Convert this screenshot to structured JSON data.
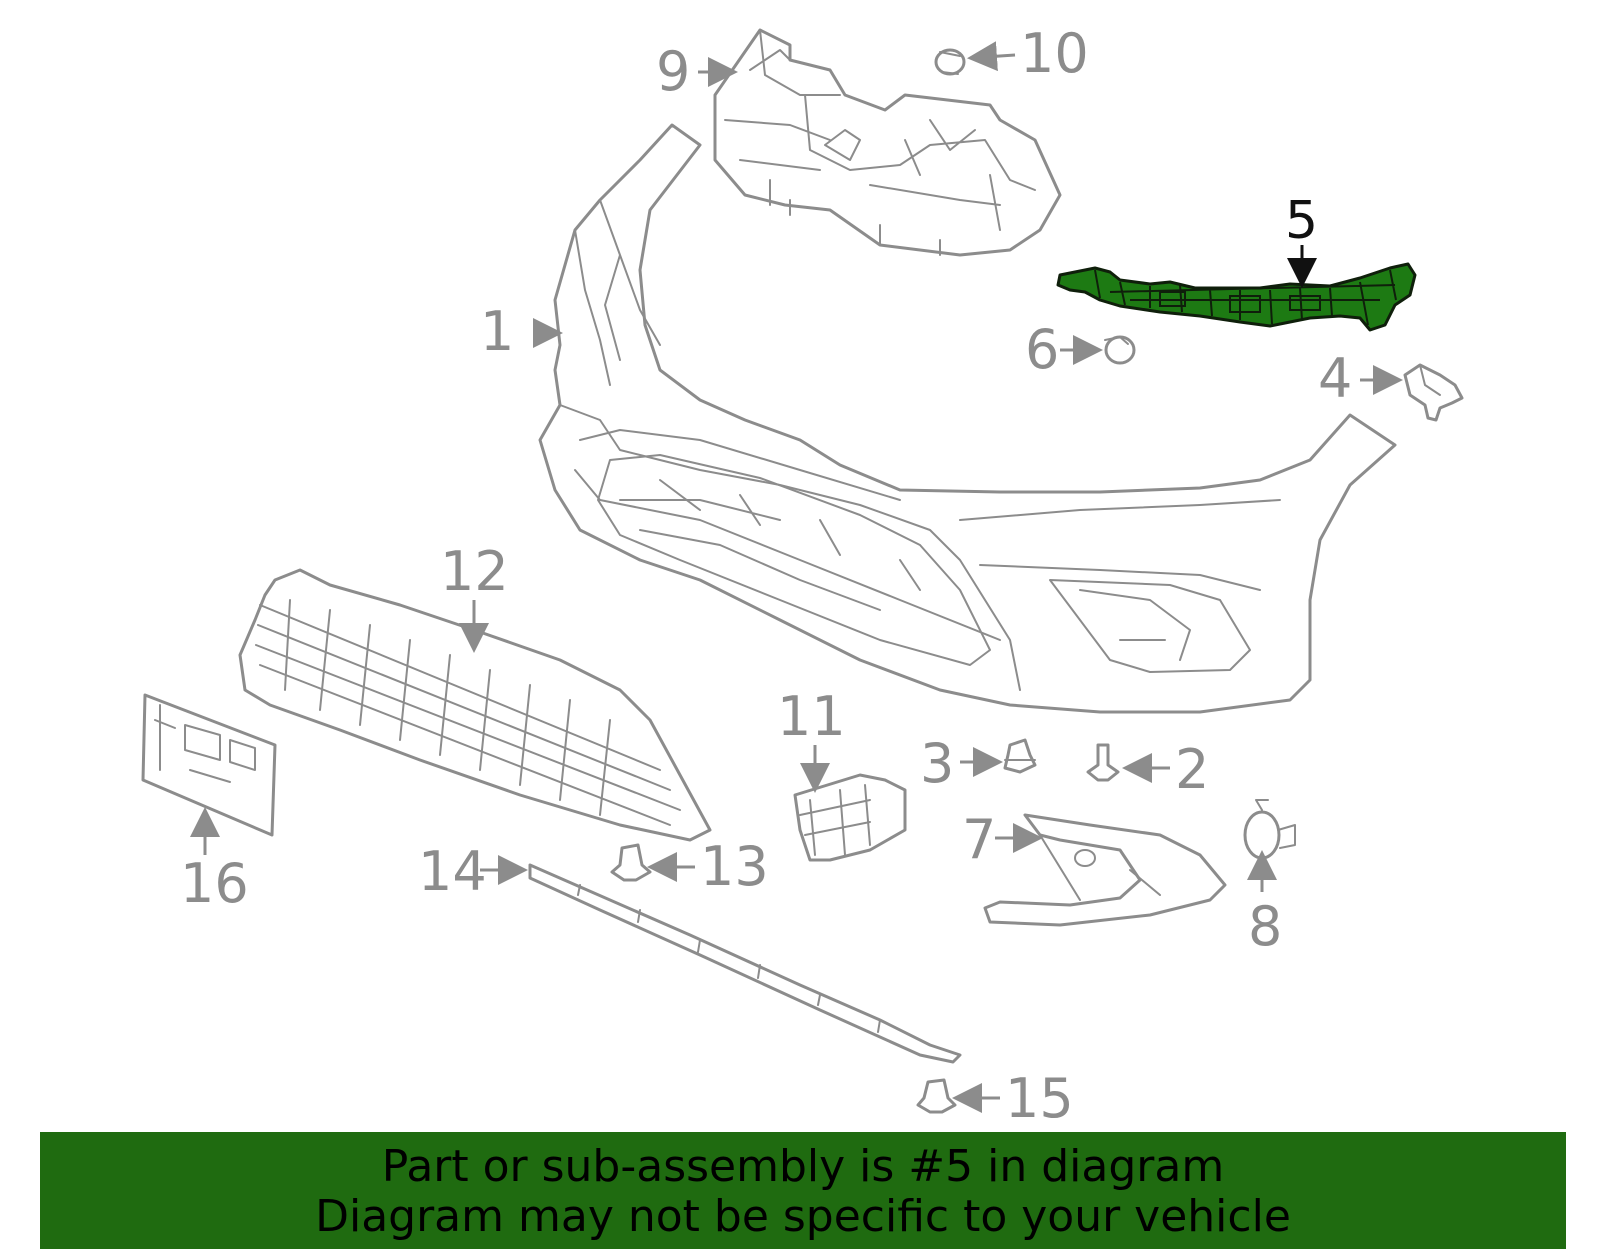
{
  "diagram": {
    "highlighted_part": "5",
    "colors": {
      "highlight": "#1d7a13",
      "parts": "#8c8c8c",
      "banner": "#1f6b10"
    },
    "callouts": {
      "c1": "1",
      "c2": "2",
      "c3": "3",
      "c4": "4",
      "c5": "5",
      "c6": "6",
      "c7": "7",
      "c8": "8",
      "c9": "9",
      "c10": "10",
      "c11": "11",
      "c12": "12",
      "c13": "13",
      "c14": "14",
      "c15": "15",
      "c16": "16"
    }
  },
  "banner": {
    "line1": "Part or sub-assembly is #5 in diagram",
    "line2": "Diagram may not be specific to your vehicle"
  }
}
